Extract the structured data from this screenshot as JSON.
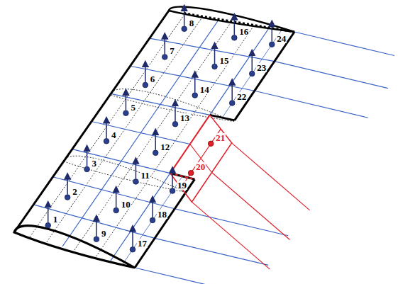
{
  "diagram": {
    "labels": [
      "1",
      "2",
      "3",
      "4",
      "5",
      "6",
      "7",
      "8",
      "9",
      "10",
      "11",
      "12",
      "13",
      "14",
      "15",
      "16",
      "17",
      "18",
      "19",
      "20",
      "21",
      "22",
      "23",
      "24"
    ]
  }
}
